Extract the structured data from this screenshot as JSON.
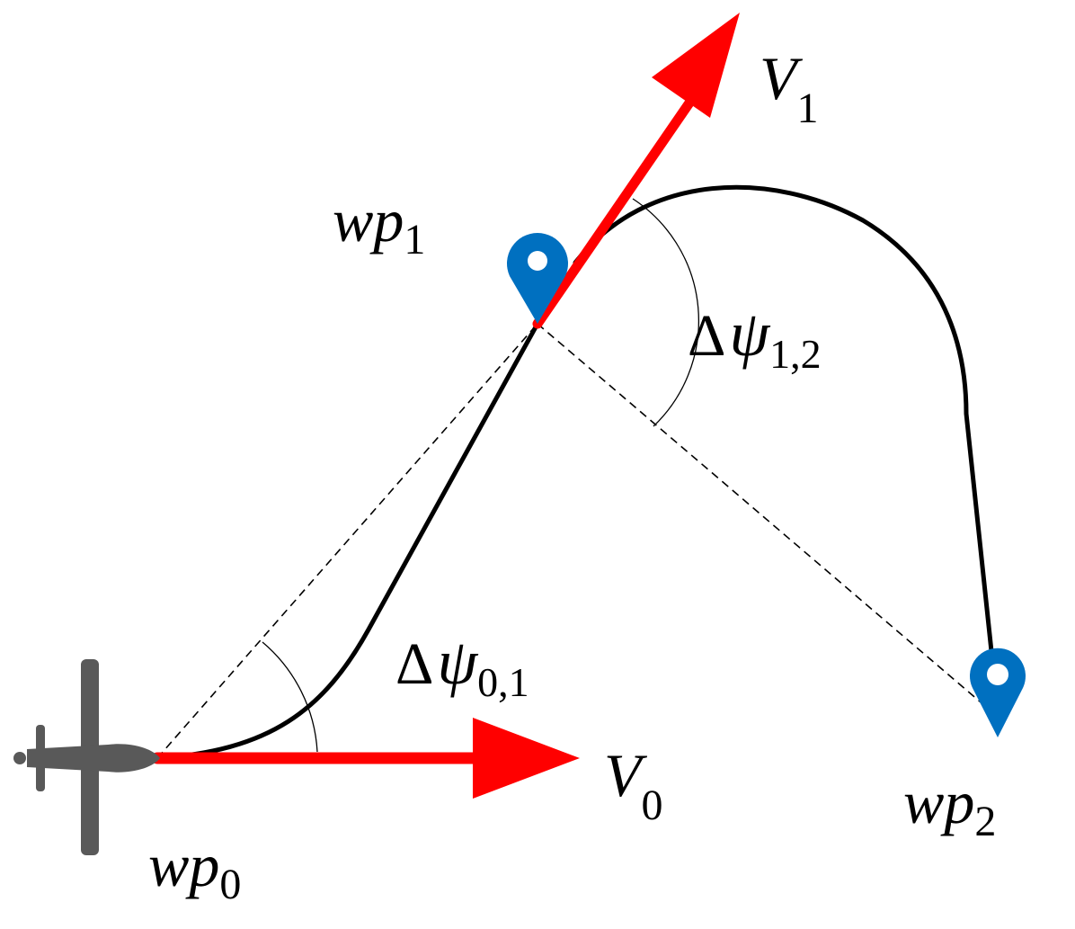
{
  "labels": {
    "wp0": {
      "base": "wp",
      "sub": "0"
    },
    "wp1": {
      "base": "wp",
      "sub": "1"
    },
    "wp2": {
      "base": "wp",
      "sub": "2"
    },
    "v0": {
      "base": "V",
      "sub": "0"
    },
    "v1": {
      "base": "V",
      "sub": "1"
    },
    "dpsi01": {
      "delta": "Δ",
      "psi": "ψ",
      "sub": "0,1"
    },
    "dpsi12": {
      "delta": "Δ",
      "psi": "ψ",
      "sub": "1,2"
    }
  },
  "colors": {
    "velocity_vector": "#ff0000",
    "waypoint_marker": "#0070c0",
    "path": "#000000",
    "aircraft": "#595959"
  }
}
